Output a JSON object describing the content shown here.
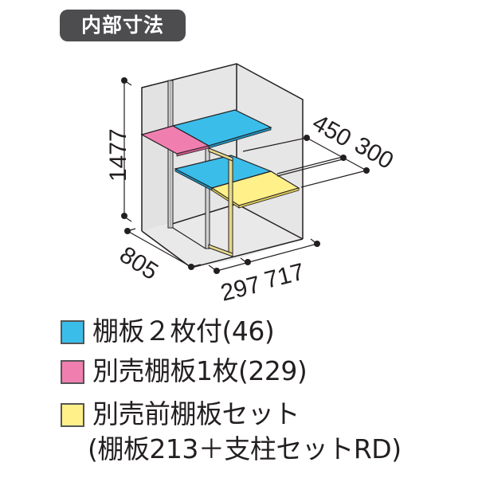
{
  "title": "内部寸法",
  "dimensions": {
    "height": "1477",
    "depth": "805",
    "width_left": "297",
    "width_right": "717",
    "shelf_depth_1": "450",
    "shelf_depth_2": "300"
  },
  "colors": {
    "title_bg": "#4d4d4f",
    "shelf_blue": "#3bbdea",
    "shelf_pink": "#f07fb0",
    "shelf_yellow": "#fff08a",
    "wall": "#e6e6e7",
    "frame": "#231f20",
    "post_yellow": "#e5d98a"
  },
  "legend": [
    {
      "color_name": "blue",
      "color": "#3bbdea",
      "label": "棚板２枚付(46)"
    },
    {
      "color_name": "pink",
      "color": "#f07fb0",
      "label": "別売棚板1枚(229)"
    },
    {
      "color_name": "yellow",
      "color": "#fff08a",
      "label": "別売前棚板セット",
      "sublabel": "(棚板213＋支柱セットRD)"
    }
  ]
}
